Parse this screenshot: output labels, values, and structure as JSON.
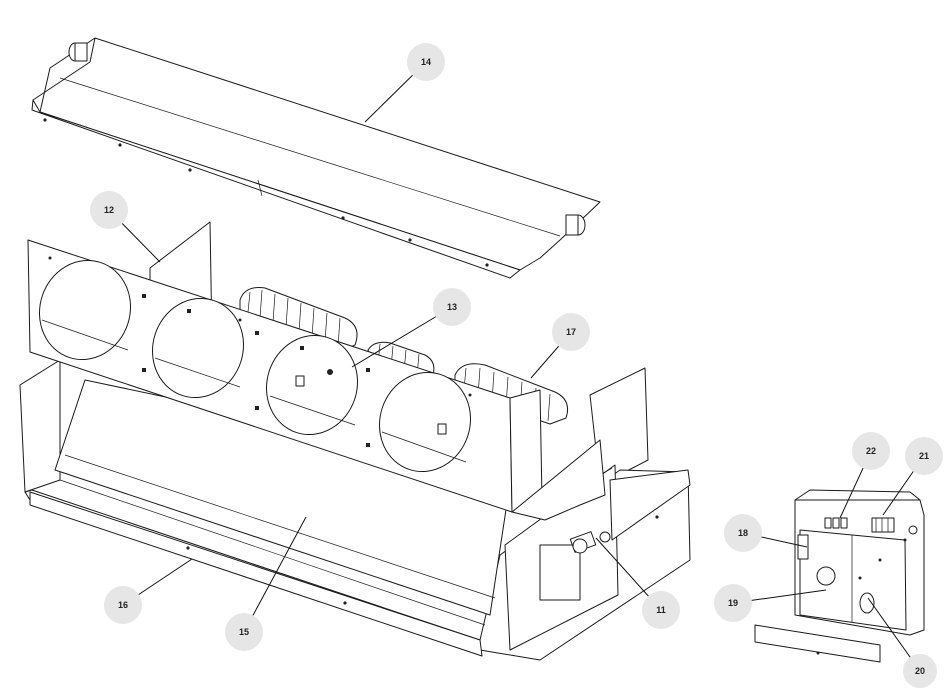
{
  "callouts": [
    {
      "id": "c11",
      "label": "11"
    },
    {
      "id": "c12",
      "label": "12"
    },
    {
      "id": "c13",
      "label": "13"
    },
    {
      "id": "c14",
      "label": "14"
    },
    {
      "id": "c15",
      "label": "15"
    },
    {
      "id": "c16",
      "label": "16"
    },
    {
      "id": "c17",
      "label": "17"
    },
    {
      "id": "c18",
      "label": "18"
    },
    {
      "id": "c19",
      "label": "19"
    },
    {
      "id": "c20",
      "label": "20"
    },
    {
      "id": "c21",
      "label": "21"
    },
    {
      "id": "c22",
      "label": "22"
    }
  ]
}
